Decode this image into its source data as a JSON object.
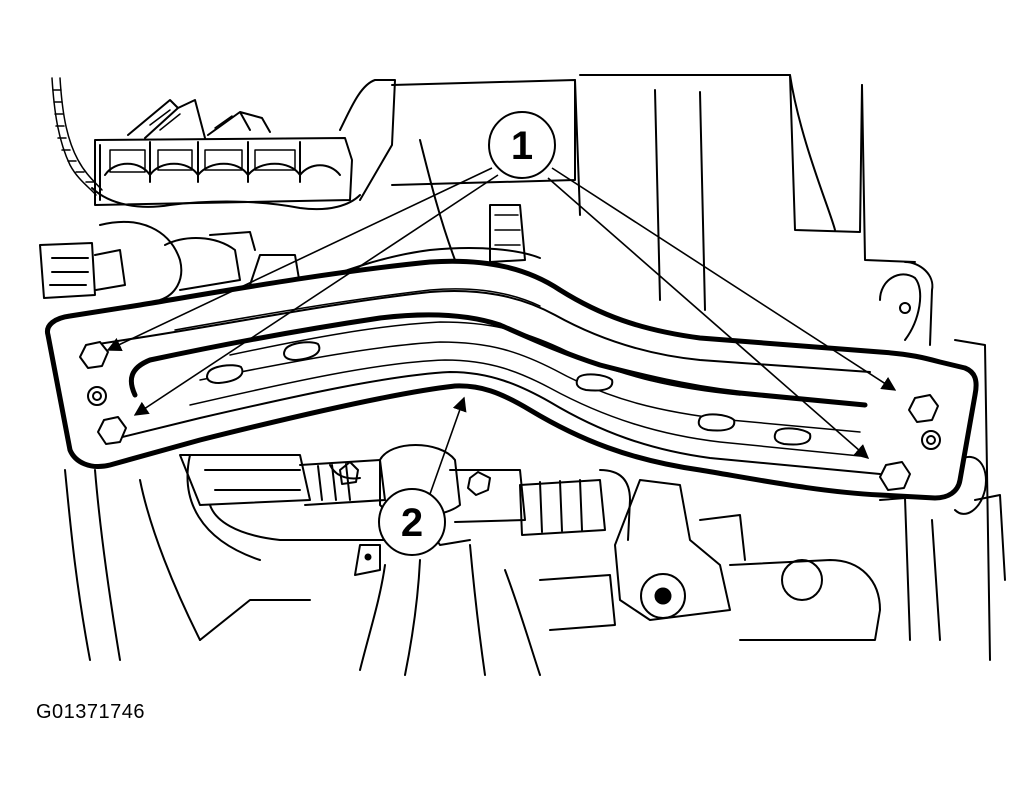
{
  "figure": {
    "id_label": "G01371746",
    "background": "#ffffff",
    "line_color": "#000000"
  },
  "callouts": [
    {
      "label": "1",
      "arrow_count": 4
    },
    {
      "label": "2",
      "arrow_count": 1
    }
  ]
}
